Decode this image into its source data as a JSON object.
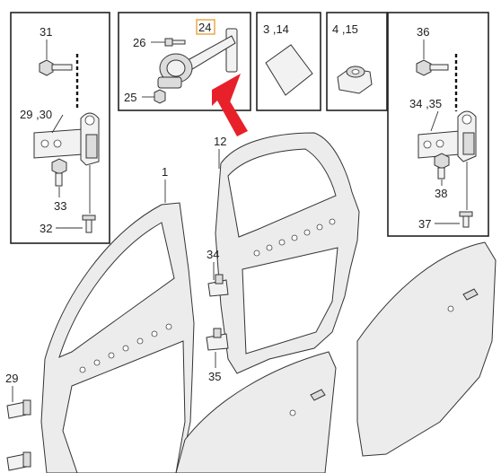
{
  "callouts": {
    "l31": "31",
    "l29_30": "29 ,30",
    "l33": "33",
    "l32": "32",
    "l24": "24",
    "l26": "26",
    "l25": "25",
    "l3_14": "3 ,14",
    "l4_15": "4 ,15",
    "l36": "36",
    "l34_35_box": "34 ,35",
    "l38": "38",
    "l37": "37",
    "l1": "1",
    "l12": "12",
    "l34": "34",
    "l35": "35",
    "l29": "29"
  },
  "colors": {
    "arrow": "#e8202a",
    "highlight_box": "#e8a23c"
  }
}
